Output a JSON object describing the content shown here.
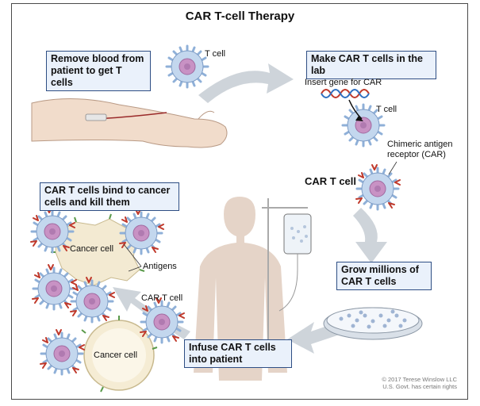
{
  "title": "CAR T-cell Therapy",
  "steps": {
    "remove_blood": "Remove blood from patient to get T cells",
    "make_car_t": "Make CAR T cells in the lab",
    "grow_millions": "Grow millions of CAR T cells",
    "infuse": "Infuse CAR T cells into patient",
    "bind_kill": "CAR T cells bind to cancer cells and kill them"
  },
  "labels": {
    "t_cell_top": "T cell",
    "insert_gene": "Insert gene for CAR",
    "t_cell_lab": "T cell",
    "car_receptor": "Chimeric antigen receptor (CAR)",
    "car_t_cell_lab": "CAR T cell",
    "cancer_cell_top": "Cancer cell",
    "antigens": "Antigens",
    "car_t_cell_bottom": "CAR T cell",
    "cancer_cell_bottom": "Cancer cell"
  },
  "credit": {
    "line1": "© 2017 Terese Winslow LLC",
    "line2": "U.S. Govt. has certain rights"
  },
  "colors": {
    "box_border": "#2e4e84",
    "box_fill": "#eaf1fb",
    "cell_fill": "#c3d7ee",
    "cell_spike": "#8fb0d8",
    "nucleus": "#c892c4",
    "arrow": "#c9cfd6",
    "skin": "#f1dccb",
    "silhouette": "#e4d2c5",
    "cancer": "#f3ead2"
  }
}
